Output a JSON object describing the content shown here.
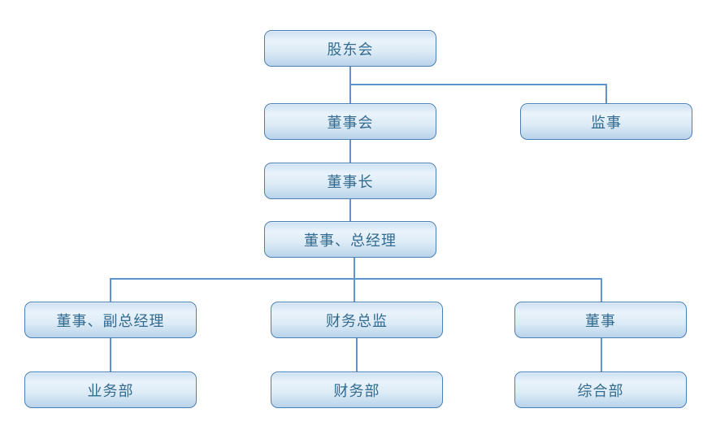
{
  "diagram": {
    "type": "org-chart",
    "nodes": [
      {
        "id": "shareholders",
        "label": "股东会"
      },
      {
        "id": "board",
        "label": "董事会"
      },
      {
        "id": "supervisor",
        "label": "监事"
      },
      {
        "id": "chairman",
        "label": "董事长"
      },
      {
        "id": "gm",
        "label": "董事、总经理"
      },
      {
        "id": "dgm",
        "label": "董事、副总经理"
      },
      {
        "id": "cfo",
        "label": "财务总监"
      },
      {
        "id": "director",
        "label": "董事"
      },
      {
        "id": "business",
        "label": "业务部"
      },
      {
        "id": "finance",
        "label": "财务部"
      },
      {
        "id": "general",
        "label": "综合部"
      }
    ],
    "edges": [
      {
        "from": "股东会",
        "to": "董事会"
      },
      {
        "from": "股东会",
        "to": "监事"
      },
      {
        "from": "董事会",
        "to": "董事长"
      },
      {
        "from": "董事长",
        "to": "董事、总经理"
      },
      {
        "from": "董事、总经理",
        "to": "董事、副总经理"
      },
      {
        "from": "董事、总经理",
        "to": "财务总监"
      },
      {
        "from": "董事、总经理",
        "to": "董事"
      },
      {
        "from": "董事、副总经理",
        "to": "业务部"
      },
      {
        "from": "财务总监",
        "to": "财务部"
      },
      {
        "from": "董事",
        "to": "综合部"
      }
    ],
    "colors": {
      "node_border": "#4a7fb5",
      "node_fill_top": "#cce0f2",
      "node_fill_light": "#eaf3fb",
      "node_fill_bottom": "#b9d3ea",
      "connector": "#5e94cb",
      "text": "#336b90"
    }
  }
}
